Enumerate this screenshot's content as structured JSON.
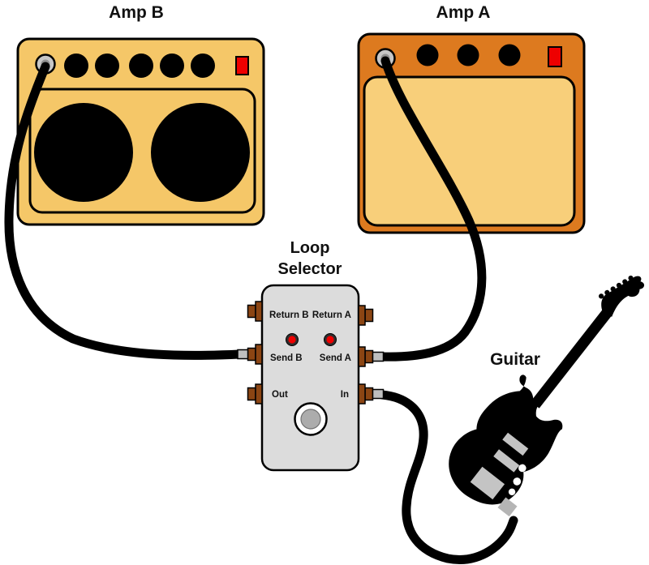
{
  "titles": {
    "amp_b": "Amp B",
    "amp_a": "Amp A",
    "pedal_line1": "Loop",
    "pedal_line2": "Selector",
    "guitar": "Guitar"
  },
  "pedal": {
    "jack_labels": {
      "return_b": "Return B",
      "return_a": "Return A",
      "send_b": "Send B",
      "send_a": "Send A",
      "out": "Out",
      "in": "In"
    }
  },
  "colors": {
    "amp_b_body": "#F5C768",
    "amp_a_body": "#DD7A1F",
    "amp_a_grille": "#F8CF7A",
    "power_light": "#EE0000",
    "led_red": "#EE0000",
    "pedal_body": "#DCDCDC",
    "jack_brown": "#8B4513",
    "plug_gray": "#BFBFBF",
    "footswitch_ring": "#FFFFFF",
    "footswitch_button": "#ACACAC",
    "cable_black": "#000000",
    "guitar_black": "#000000",
    "pickup_gray": "#C4C4C4",
    "guitar_jack_gray": "#B5B5B5",
    "amp_jack_ring": "#C6C6C6",
    "amp_jack_center": "#8F8F8F",
    "knob_black": "#000000",
    "speaker_black": "#000000"
  }
}
